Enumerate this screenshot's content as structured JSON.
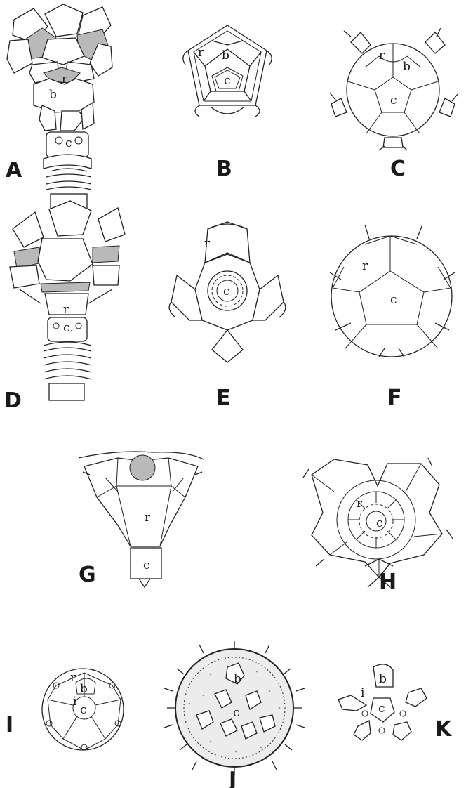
{
  "figure_labels": {
    "A": "A",
    "B": "B",
    "C": "C",
    "D": "D",
    "E": "E",
    "F": "F",
    "G": "G",
    "H": "H",
    "I": "I",
    "J": "J",
    "K": "K"
  },
  "plate_labels": {
    "r": "r",
    "b": "b",
    "c": "c",
    "c_dot": "c.",
    "i": "i"
  }
}
